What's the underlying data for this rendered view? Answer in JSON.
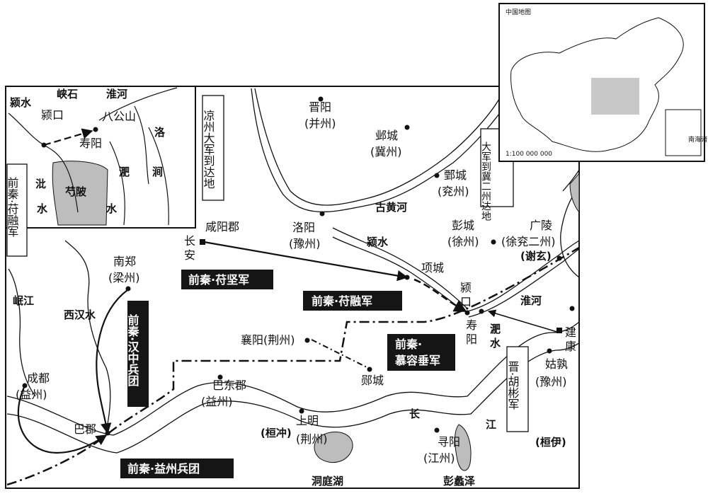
{
  "inset": {
    "title": "中国地图",
    "scale": "1:100 000 000",
    "islands_label": "南海诸岛"
  },
  "detail_inset": {
    "places": [
      "峡石",
      "淮河",
      "颍水",
      "颍口",
      "八公山",
      "寿阳",
      "洛",
      "淝",
      "涧",
      "芍陂",
      "沘",
      "水",
      "水"
    ],
    "legend_vertical": "前秦·苻融军"
  },
  "cities": {
    "jinyang": "晋阳",
    "jinyang_prov": "(并州)",
    "yecheng": "邺城",
    "yecheng_prov": "(冀州)",
    "juancheng": "鄄城",
    "juancheng_prov": "(兖州)",
    "luoyang": "洛阳",
    "luoyang_prov": "(豫州)",
    "pengcheng": "彭城",
    "pengcheng_prov": "(徐州)",
    "guangling": "广陵",
    "guangling_prov": "(徐兖二州)",
    "xiexuan": "(谢玄)",
    "xianyang": "咸阳郡",
    "changan_1": "长",
    "changan_2": "安",
    "xiangcheng": "项城",
    "yingkou_1": "颍",
    "yingkou_2": "口",
    "shouyang_1": "寿",
    "shouyang_2": "阳",
    "nanzheng": "南郑",
    "nanzheng_prov": "(梁州)",
    "xiangyang": "襄阳(荆州)",
    "yuncheng": "郧城",
    "jiankang_1": "建",
    "jiankang_2": "康",
    "chengdu": "成都",
    "chengdu_prov": "(益州)",
    "bajun": "巴郡",
    "badong": "巴东郡",
    "badong_prov": "(益州)",
    "shangming": "上明",
    "shangming_prov": "(荆州)",
    "huanchong": "(桓冲)",
    "xunyang": "寻阳",
    "xunyang_prov": "(江州)",
    "gushu": "姑孰",
    "gushu_prov": "(豫州)",
    "huanyi": "(桓伊)"
  },
  "rivers": {
    "old_yellow": "古黄河",
    "ying": "颍水",
    "huai": "淮河",
    "fei_1": "淝",
    "fei_2": "水",
    "xihan": "西汉水",
    "min": "岷江",
    "chang": "长",
    "jiang": "江",
    "dongting": "洞庭湖",
    "pengli": "彭蠡泽"
  },
  "army_labels": {
    "fujian": "前秦·苻坚军",
    "furong": "前秦·苻融军",
    "murong_1": "前秦·",
    "murong_2": "慕容垂军",
    "hanzhong": "前秦·汉中兵团",
    "yizhou": "前秦·益州兵团",
    "jin": "晋·胡彬军",
    "liangzhou": "凉州大军到达地",
    "jier": "大军到冀二州达地"
  },
  "colors": {
    "land": "#ffffff",
    "water_fill": "#bdbdbd",
    "outline": "#111111",
    "label_box": "#151515",
    "inset_highlight": "#c8c8c8"
  }
}
